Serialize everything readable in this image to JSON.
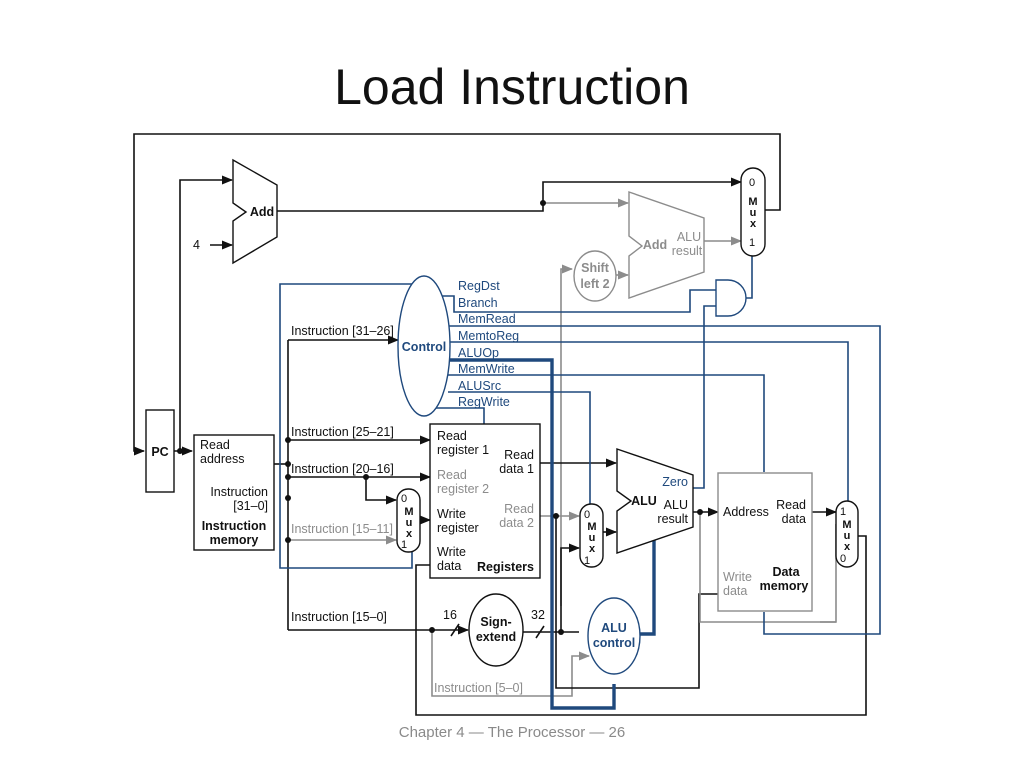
{
  "slide": {
    "title": "Load Instruction",
    "footer": "Chapter 4 — The Processor — 26"
  },
  "diagram": {
    "pc": "PC",
    "add_top": "Add",
    "const_four": "4",
    "add_branch": "Add",
    "alu_result_line1": "ALU",
    "alu_result_line2": "result",
    "shift_line1": "Shift",
    "shift_line2": "left 2",
    "mux_letters": [
      "M",
      "u",
      "x"
    ],
    "mux_in0": "0",
    "mux_in1": "1",
    "imem": {
      "read_line1": "Read",
      "read_line2": "address",
      "instr_line1": "Instruction",
      "instr_line2": "[31–0]",
      "name_line1": "Instruction",
      "name_line2": "memory"
    },
    "control": {
      "name": "Control",
      "signals": [
        "RegDst",
        "Branch",
        "MemRead",
        "MemtoReg",
        "ALUOp",
        "MemWrite",
        "ALUSrc",
        "RegWrite"
      ]
    },
    "fields": {
      "f31_26": "Instruction [31–26]",
      "f25_21": "Instruction [25–21]",
      "f20_16": "Instruction [20–16]",
      "f15_11": "Instruction [15–11]",
      "f15_0": "Instruction [15–0]",
      "f5_0": "Instruction [5–0]"
    },
    "registers": {
      "read_reg1_line1": "Read",
      "read_reg1_line2": "register 1",
      "read_reg2_line1": "Read",
      "read_reg2_line2": "register 2",
      "write_reg_line1": "Write",
      "write_reg_line2": "register",
      "write_data_line1": "Write",
      "write_data_line2": "data",
      "read_data1_line1": "Read",
      "read_data1_line2": "data 1",
      "read_data2_line1": "Read",
      "read_data2_line2": "data 2",
      "name": "Registers"
    },
    "alu": {
      "name": "ALU",
      "zero": "Zero",
      "result_line1": "ALU",
      "result_line2": "result"
    },
    "sign_extend": {
      "line1": "Sign-",
      "line2": "extend",
      "in_bits": "16",
      "out_bits": "32"
    },
    "alu_control": {
      "line1": "ALU",
      "line2": "control"
    },
    "dmem": {
      "address": "Address",
      "read_line1": "Read",
      "read_line2": "data",
      "write_line1": "Write",
      "write_line2": "data",
      "name_line1": "Data",
      "name_line2": "memory"
    }
  }
}
